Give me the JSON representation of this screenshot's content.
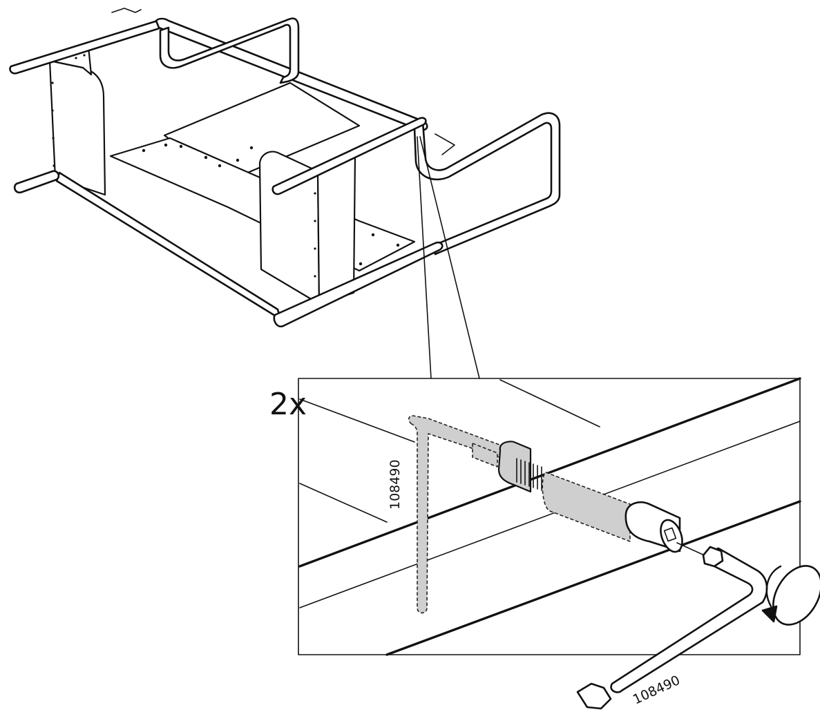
{
  "detail": {
    "quantity": "2x",
    "part_number_bolt": "108490",
    "part_number_key": "108490"
  },
  "icons": {
    "rotate": "rotate-clockwise-icon"
  }
}
